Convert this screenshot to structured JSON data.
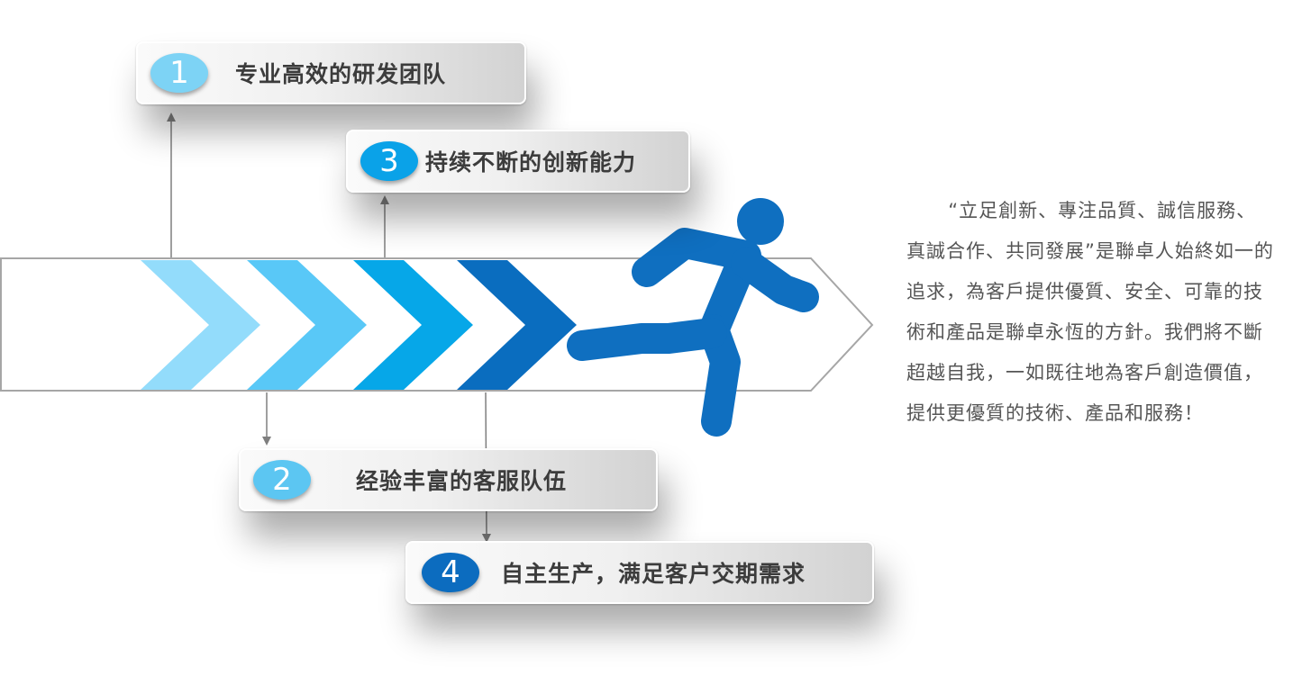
{
  "colors": {
    "chevron_1": "#93dcfb",
    "chevron_2": "#59c8f7",
    "chevron_3": "#06a7e8",
    "chevron_4": "#0a6dbf",
    "runner": "#0f6fc0",
    "arrow_outline": "#a6a6a6",
    "connector": "#7f7f7f",
    "text": "#555555"
  },
  "icons": {
    "runner": "running-person-icon",
    "arrow": "arrowhead-icon"
  },
  "cards": [
    {
      "number": "1",
      "label": "专业高效的研发团队",
      "badge_color": "#7dd3f5"
    },
    {
      "number": "2",
      "label": "经验丰富的客服队伍",
      "badge_color": "#5cc6f2"
    },
    {
      "number": "3",
      "label": "持续不断的创新能力",
      "badge_color": "#0aa2e8"
    },
    {
      "number": "4",
      "label": "自主生产，满足客户交期需求",
      "badge_color": "#0c6cbf"
    }
  ],
  "description": "“立足創新、專注品質、誠信服務、真誠合作、共同發展”是聯卓人始終如一的追求，為客戶提供優質、安全、可靠的技術和產品是聯卓永恆的方針。我們將不斷超越自我，一如既往地為客戶創造價值，提供更優質的技術、產品和服務！"
}
